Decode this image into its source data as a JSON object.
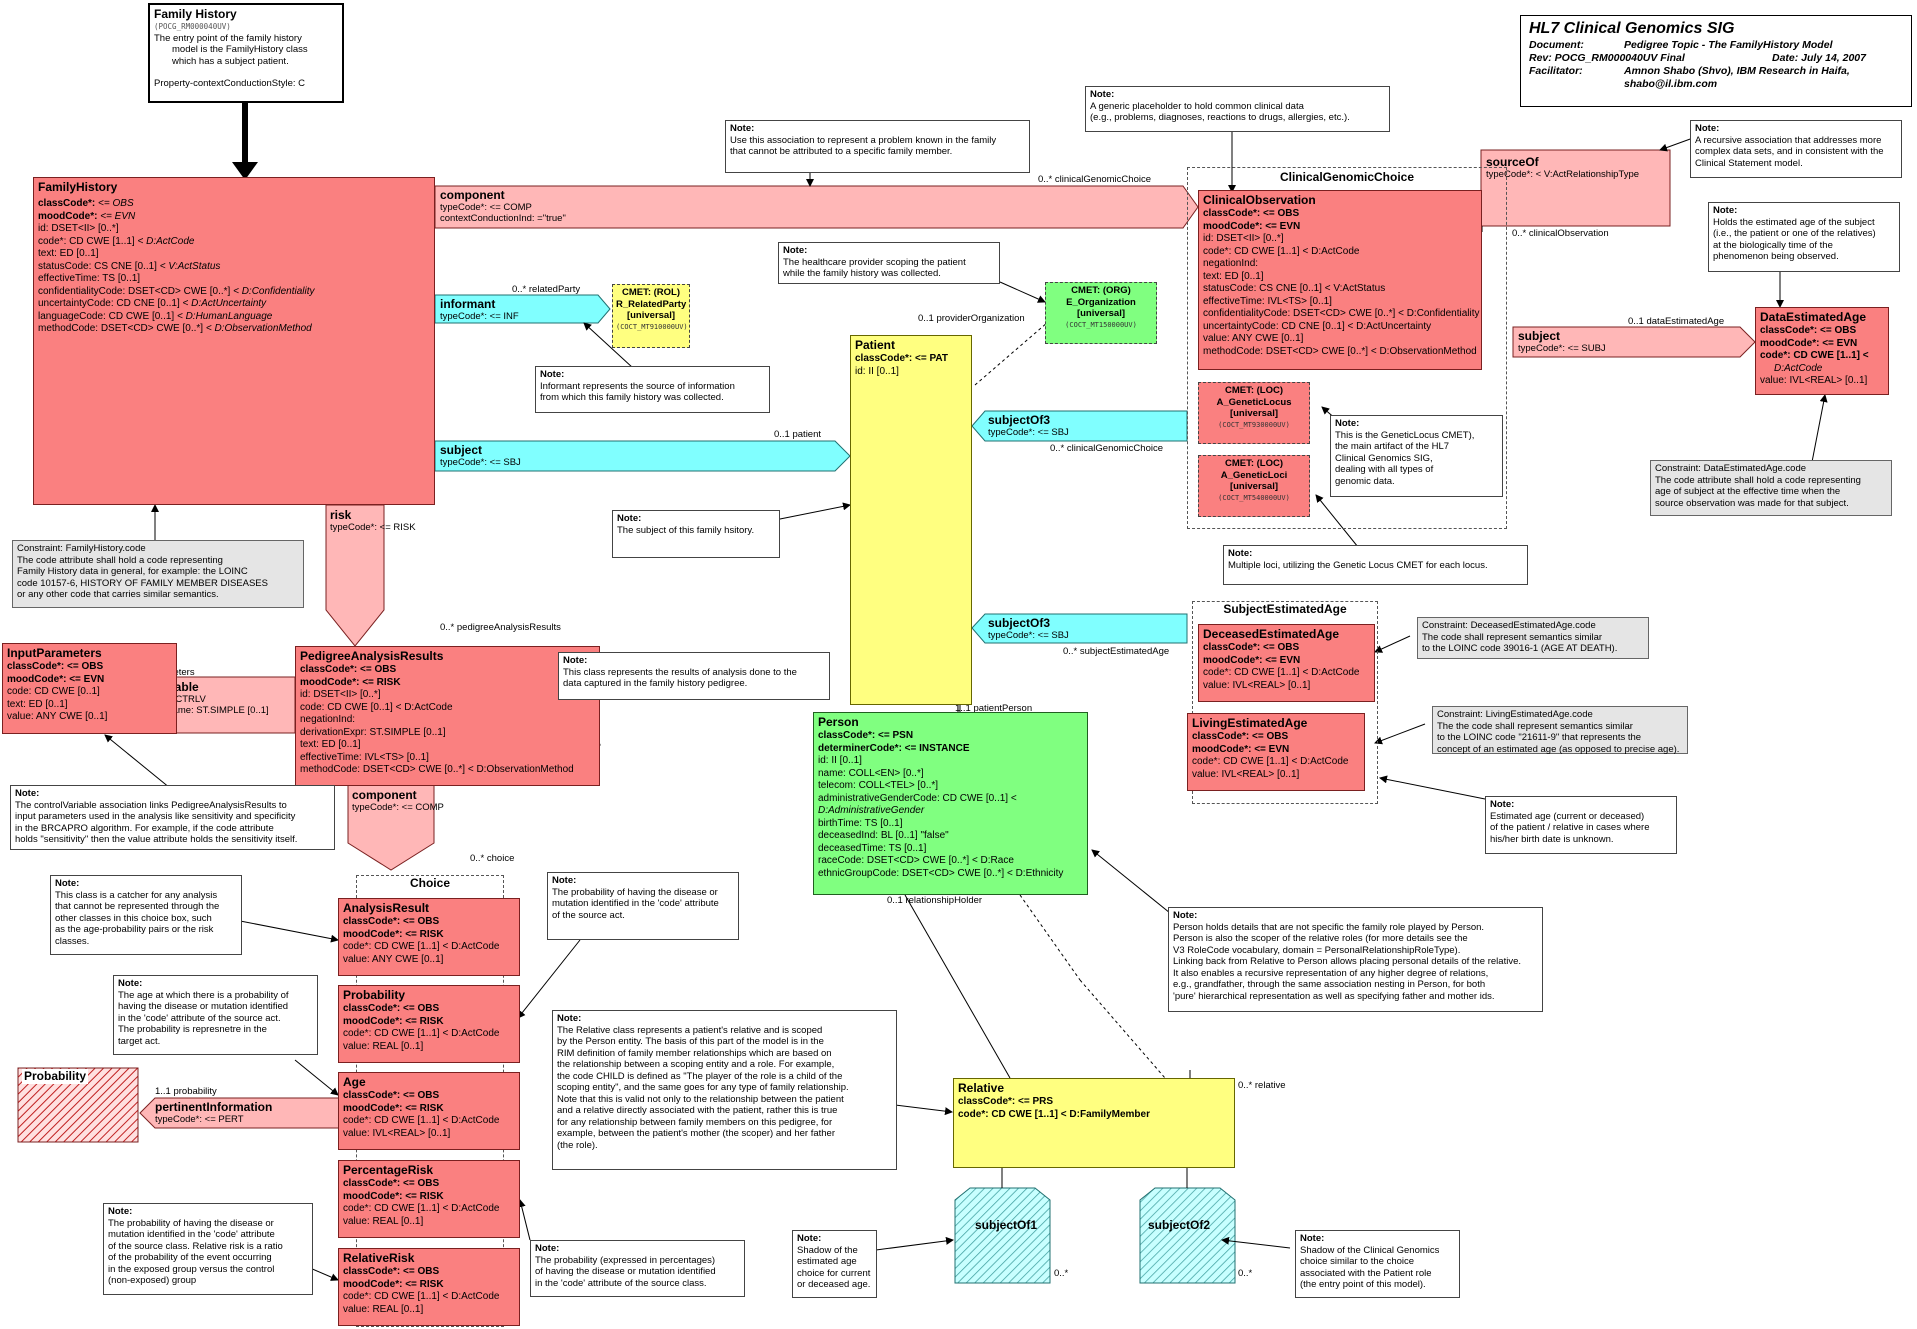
{
  "header": {
    "title": "HL7 Clinical Genomics SIG",
    "rows": [
      [
        "Document:",
        "Pedigree Topic - The FamilyHistory Model"
      ],
      [
        "Rev:  POCG_RM000040UV      Final",
        "Date: July 14, 2007"
      ],
      [
        "Facilitator:",
        "Amnon Shabo (Shvo),  IBM  Research in Haifa,"
      ],
      [
        "",
        "shabo@il.ibm.com"
      ]
    ]
  },
  "entry": {
    "title": "Family History",
    "code": "(POCG_RM000040UV)",
    "lines": [
      "The entry point of the family history",
      "model is the FamilyHistory class",
      "which has a subject patient.",
      "",
      "Property-contextConductionStyle: C"
    ]
  },
  "familyHistory": {
    "title": "FamilyHistory",
    "lines": [
      [
        "classCode*: ",
        "<= OBS"
      ],
      [
        "moodCode*: ",
        "<= EVN"
      ],
      [
        "id: DSET<II> [0..*]",
        ""
      ],
      [
        "code*: CD CWE [1..1] ",
        "< D:ActCode"
      ],
      [
        "text: ED [0..1]",
        ""
      ],
      [
        "statusCode: CS CNE [0..1] ",
        "< V:ActStatus"
      ],
      [
        "effectiveTime: TS [0..1]",
        ""
      ],
      [
        "confidentialityCode: DSET<CD> CWE [0..*] ",
        "< D:Confidentiality"
      ],
      [
        "uncertaintyCode: CD CNE [0..1] ",
        "< D:ActUncertainty"
      ],
      [
        "languageCode: CD CWE [0..1] ",
        "< D:HumanLanguage"
      ],
      [
        "methodCode: DSET<CD> CWE [0..*] ",
        "< D:ObservationMethod"
      ]
    ]
  },
  "rels": {
    "component1": {
      "title": "component",
      "l1": "typeCode*: <= COMP",
      "l2": "contextConductionInd: =\"true\""
    },
    "informant": {
      "title": "informant",
      "l1": "typeCode*: <= INF"
    },
    "subject1": {
      "title": "subject",
      "l1": "typeCode*: <= SBJ"
    },
    "risk": {
      "title": "risk",
      "l1": "typeCode*: <= RISK"
    },
    "controlVariable": {
      "title": "controlVariable",
      "l1": "typeCode*: <= CTRLV",
      "l2": "localVariableName: ST.SIMPLE [0..1]"
    },
    "component2": {
      "title": "component",
      "l1": "typeCode*: <= COMP"
    },
    "pertinentInformation": {
      "title": "pertinentInformation",
      "l1": "typeCode*: <= PERT"
    },
    "subjectOf3a": {
      "title": "subjectOf3",
      "l1": "typeCode*: <= SBJ"
    },
    "subjectOf3b": {
      "title": "subjectOf3",
      "l1": "typeCode*: <= SBJ"
    },
    "sourceOf": {
      "title": "sourceOf",
      "l1": "typeCode*: < V:ActRelationshipType"
    },
    "subject2": {
      "title": "subject",
      "l1": "typeCode*: <= SUBJ"
    },
    "subjectOf1": {
      "title": "subjectOf1"
    },
    "subjectOf2": {
      "title": "subjectOf2"
    }
  },
  "labels": {
    "clinicalGenomicChoice1": "0..* clinicalGenomicChoice",
    "relatedParty": "0..* relatedParty",
    "patient": "0..1 patient",
    "providerOrganization": "0..1 providerOrganization",
    "clinicalGenomicChoice2": "0..* clinicalGenomicChoice",
    "subjectEstimatedAge": "0..* subjectEstimatedAge",
    "patientPerson": "1..1 patientPerson",
    "relationshipHolder": "0..1 relationshipHolder",
    "relative": "0..* relative",
    "clinicalObservation": "0..* clinicalObservation",
    "dataEstimatedAge": "0..1 dataEstimatedAge",
    "pedigreeAnalysisResults": "0..* pedigreeAnalysisResults",
    "inputParameters": "0..* inputParameters",
    "choice": "0..* choice",
    "probability": "1..1 probability",
    "so1": "0..*",
    "so2": "0..*"
  },
  "cmets": {
    "relatedParty": {
      "l1": "CMET: (ROL)",
      "l2": "R_RelatedParty",
      "l3": "[universal]",
      "code": "(COCT_MT910000UV)"
    },
    "organization": {
      "l1": "CMET: (ORG)",
      "l2": "E_Organization",
      "l3": "[universal]",
      "code": "(COCT_MT150000UV)"
    },
    "geneticLocus": {
      "l1": "CMET: (LOC)",
      "l2": "A_GeneticLocus",
      "l3": "[universal]",
      "code": "(COCT_MT930000UV)"
    },
    "geneticLoci": {
      "l1": "CMET: (LOC)",
      "l2": "A_GeneticLoci",
      "l3": "[universal]",
      "code": "(COCT_MT540000UV)"
    }
  },
  "patient": {
    "title": "Patient",
    "l1": "classCode*: <= PAT",
    "l2": "id: II [0..1]"
  },
  "person": {
    "title": "Person",
    "lines": [
      "classCode*: <= PSN",
      "determinerCode*: <= INSTANCE",
      "id: II [0..1]",
      "name: COLL<EN> [0..*]",
      "telecom: COLL<TEL> [0..*]",
      "administrativeGenderCode: CD CWE [0..1] <",
      "D:AdministrativeGender",
      "birthTime: TS [0..1]",
      "deceasedInd: BL [0..1] \"false\"",
      "deceasedTime: TS [0..1]",
      "raceCode: DSET<CD> CWE [0..*] < D:Race",
      "ethnicGroupCode: DSET<CD> CWE [0..*] < D:Ethnicity"
    ]
  },
  "relative": {
    "title": "Relative",
    "l1": "classCode*: <= PRS",
    "l2": "code*: CD CWE [1..1] < D:FamilyMember"
  },
  "clinicalGenomicChoice": {
    "title": "ClinicalGenomicChoice"
  },
  "clinicalObservation": {
    "title": "ClinicalObservation",
    "lines": [
      "classCode*: <= OBS",
      "moodCode*: <= EVN",
      "id: DSET<II> [0..*]",
      "code*: CD CWE [1..1] < D:ActCode",
      "negationInd:",
      "text: ED [0..1]",
      "statusCode: CS CNE [0..1] < V:ActStatus",
      "effectiveTime: IVL<TS> [0..1]",
      "confidentialityCode: DSET<CD> CWE [0..*] < D:Confidentiality",
      "uncertaintyCode: CD CNE [0..1] < D:ActUncertainty",
      "value: ANY CWE [0..1]",
      "methodCode: DSET<CD> CWE [0..*] < D:ObservationMethod"
    ]
  },
  "dataEstimatedAge": {
    "title": "DataEstimatedAge",
    "lines": [
      "classCode*: <= OBS",
      "moodCode*: <= EVN",
      "code*: CD CWE [1..1] <",
      "D:ActCode",
      "value: IVL<REAL> [0..1]"
    ]
  },
  "subjectEstimatedAge": {
    "title": "SubjectEstimatedAge"
  },
  "deceasedEstimatedAge": {
    "title": "DeceasedEstimatedAge",
    "lines": [
      "classCode*: <= OBS",
      "moodCode*: <= EVN",
      "code*: CD CWE [1..1] < D:ActCode",
      "value: IVL<REAL> [0..1]"
    ]
  },
  "livingEstimatedAge": {
    "title": "LivingEstimatedAge",
    "lines": [
      "classCode*: <= OBS",
      "moodCode*: <= EVN",
      "code*: CD CWE [1..1] < D:ActCode",
      "value: IVL<REAL> [0..1]"
    ]
  },
  "inputParameters": {
    "title": "InputParameters",
    "lines": [
      "classCode*: <= OBS",
      "moodCode*: <= EVN",
      "code: CD CWE [0..1]",
      "text: ED [0..1]",
      "value: ANY CWE [0..1]"
    ]
  },
  "pedigree": {
    "title": "PedigreeAnalysisResults",
    "lines": [
      "classCode*: <= OBS",
      "moodCode*: <= RISK",
      "id: DSET<II> [0..*]",
      "code: CD CWE [0..1] < D:ActCode",
      "negationInd:",
      "derivationExpr: ST.SIMPLE [0..1]",
      "text: ED [0..1]",
      "effectiveTime: IVL<TS> [0..1]",
      "methodCode: DSET<CD> CWE [0..*] < D:ObservationMethod"
    ]
  },
  "choice": {
    "title": "Choice"
  },
  "analysisResult": {
    "title": "AnalysisResult",
    "lines": [
      "classCode*: <= OBS",
      "moodCode*: <= RISK",
      "code*: CD CWE [1..1] < D:ActCode",
      "value: ANY CWE [0..1]"
    ]
  },
  "probability": {
    "title": "Probability",
    "lines": [
      "classCode*: <= OBS",
      "moodCode*: <= RISK",
      "code*: CD CWE [1..1] < D:ActCode",
      "value: REAL [0..1]"
    ]
  },
  "age": {
    "title": "Age",
    "lines": [
      "classCode*: <= OBS",
      "moodCode*: <= RISK",
      "code*: CD CWE [1..1] < D:ActCode",
      "value: IVL<REAL> [0..1]"
    ]
  },
  "percentageRisk": {
    "title": "PercentageRisk",
    "lines": [
      "classCode*: <= OBS",
      "moodCode*: <= RISK",
      "code*: CD CWE [1..1] < D:ActCode",
      "value: REAL [0..1]"
    ]
  },
  "relativeRisk": {
    "title": "RelativeRisk",
    "lines": [
      "classCode*: <= OBS",
      "moodCode*: <= RISK",
      "code*: CD CWE [1..1] < D:ActCode",
      "value: REAL [0..1]"
    ]
  },
  "probabilityShadow": {
    "title": "Probability"
  },
  "notes": {
    "component": [
      "Note:",
      "Use this association to represent a problem known in the family",
      "that cannot be attributed to a specific family member."
    ],
    "generic": [
      "Note:",
      "A generic placeholder to hold common clinical data",
      "(e.g., problems, diagnoses, reactions to drugs, allergies, etc.)."
    ],
    "recursive": [
      "Note:",
      "A recursive association that addresses more",
      "complex data sets, and in consistent with the",
      "Clinical Statement model."
    ],
    "estimatedAgeSubject": [
      "Note:",
      "Holds the estimated age of the subject",
      "(i.e., the patient or one of the relatives)",
      "at the biologically time of the",
      "phenomenon being observed."
    ],
    "provider": [
      "Note:",
      " The healthcare provider scoping the patient",
      "while the family history was collected."
    ],
    "informant": [
      "Note:",
      "Informant represents the source of information",
      "from which this family history was collected."
    ],
    "geneticLocus": [
      "Note:",
      "This is the GeneticLocus CMET),",
      "the main artifact of the HL7",
      "Clinical Genomics SIG,",
      "dealing with all types of",
      "genomic data."
    ],
    "subjectOfFH": [
      "Note:",
      "The subject of this family hsitory."
    ],
    "multipleLoci": [
      "Note:",
      "Multiple loci, utilizing the Genetic Locus CMET for each locus."
    ],
    "pedigree": [
      "Note:",
      "This class represents the results of analysis done to the",
      "data captured in the family history pedigree."
    ],
    "controlVariable": [
      "Note:",
      "The controlVariable association links PedigreeAnalysisResults to",
      "input parameters used in the analysis like sensitivity and specificity",
      "in the BRCAPRO algorithm. For example, if the code attribute",
      "holds \"sensitivity\" then the value attribute holds the sensitivity itself."
    ],
    "catcher": [
      "Note:",
      "This class is a catcher for any analysis",
      "that cannot be represented through the",
      "other classes in this choice box, such",
      "as the age-probability pairs or the risk",
      "classes."
    ],
    "probabilityCode": [
      "Note:",
      "The probability of having the disease or",
      "mutation identified in the 'code' attribute",
      "of the source act."
    ],
    "ageNote": [
      "Note:",
      "The age at which there is a probability of",
      "having the disease or mutation identified",
      "in the 'code' attribute of the source act.",
      "The probability is represnetre in the",
      "target act."
    ],
    "relativeClass": [
      "Note:",
      "The Relative class represents a patient's relative and is scoped",
      "by the Person entity. The basis of this part of the model is in the",
      "RIM definition of family member relationships which are based on",
      "the relationship between a scoping entity and a role. For example,",
      "the code CHILD is defined as \"The player of the role is a child of the",
      "scoping entity\", and the same goes for any type of family relationship.",
      "Note that this is valid not only to the relationship between the patient",
      "and a relative directly associated with the patient, rather this is true",
      "for any relationship between family members on this pedigree, for",
      "example, between the patient's mother  (the scoper) and her father",
      "(the role)."
    ],
    "person": [
      "Note:",
      "Person holds details that are not specific the family role played by Person.",
      "Person is also the scoper of the relative roles (for more  details see the",
      "V3 RoleCode vocabulary, domain =  PersonalRelationshipRoleType).",
      "Linking back from Relative to Person allows placing personal details of the relative.",
      "It also enables a recursive representation of any higher degree of relations,",
      "e.g., grandfather, through the same association nesting in Person, for both",
      "'pure' hierarchical representation as well as specifying father and mother ids."
    ],
    "estimatedAge": [
      "Note:",
      "Estimated age (current or deceased)",
      "of the patient / relative in cases where",
      "his/her birth date is unknown."
    ],
    "relativeRisk": [
      "Note:",
      "The probability of having the disease or",
      "mutation identified in the 'code' attribute",
      "of the source class. Relative risk is a ratio",
      "of the probability of the event occurring",
      "in the exposed group versus the control",
      "(non-exposed) group"
    ],
    "percentage": [
      "Note:",
      "The probability (expressed in percentages)",
      "of having the disease or mutation identified",
      "in the 'code' attribute of the source class."
    ],
    "shadowAge": [
      "Note:",
      "Shadow of the",
      "estimated age",
      "choice for current",
      "or deceased age."
    ],
    "shadowCG": [
      "Note:",
      "Shadow of the Clinical Genomics",
      "choice similar to the choice",
      "associated with the Patient role",
      "(the entry point of this model)."
    ]
  },
  "constraints": {
    "fhCode": [
      "Constraint: FamilyHistory.code",
      "The code attribute shall hold a code representing",
      "Family History data in general, for example: the LOINC",
      "code 10157-6, HISTORY OF FAMILY MEMBER DISEASES",
      "or any other code that carries similar semantics."
    ],
    "deaCode": [
      "Constraint: DataEstimatedAge.code",
      "The code attribute shall hold a code representing",
      "age of subject at the effective time when the",
      "source observation was made for that subject."
    ],
    "deceasedCode": [
      "Constraint: DeceasedEstimatedAge.code",
      "The code shall represent semantics similar",
      "to the LOINC code 39016-1 (AGE AT DEATH)."
    ],
    "livingCode": [
      "Constraint: LivingEstimatedAge.code",
      "The the code shall represent semantics similar",
      "to the LOINC code \"21611-9\"  that represents the",
      "concept of an estimated age (as opposed to precise age)."
    ]
  },
  "colors": {
    "act": "#fa8080",
    "actRel": "#ffb7b7",
    "participation": "#80ffff",
    "role": "#ffff80",
    "entity": "#80ff80",
    "shadow": "#c0ffff"
  }
}
